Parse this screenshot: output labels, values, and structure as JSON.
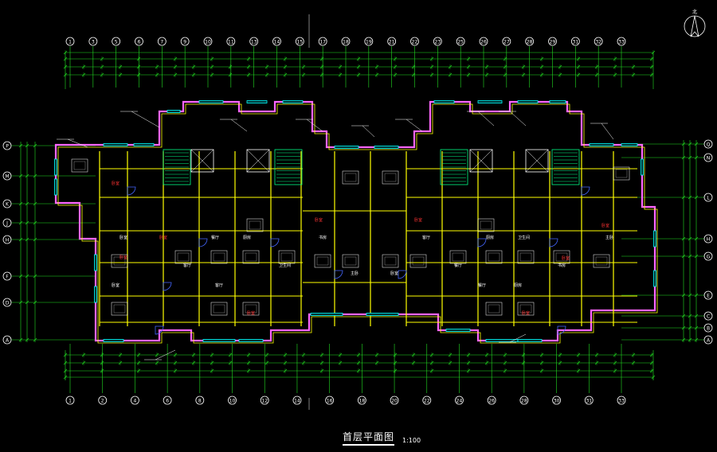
{
  "drawing": {
    "title": "首层平面图",
    "scale": "1:100",
    "north_label": "北",
    "axes_top": [
      "1",
      "3",
      "5",
      "6",
      "7",
      "9",
      "10",
      "11",
      "13",
      "14",
      "15",
      "17",
      "18",
      "19",
      "21",
      "22",
      "23",
      "25",
      "26",
      "27",
      "28",
      "29",
      "31",
      "32",
      "33"
    ],
    "axes_bottom": [
      "1",
      "2",
      "4",
      "6",
      "8",
      "10",
      "12",
      "14",
      "16",
      "18",
      "20",
      "22",
      "24",
      "26",
      "28",
      "30",
      "31",
      "33"
    ],
    "axes_left": [
      "P",
      "M",
      "K",
      "J",
      "H",
      "F",
      "D",
      "A"
    ],
    "axes_right": [
      "Q",
      "N",
      "L",
      "H",
      "G",
      "E",
      "C",
      "B",
      "A"
    ],
    "rooms": [
      "卧室",
      "客厅",
      "餐厅",
      "厨房",
      "卫生间",
      "书房",
      "主卧"
    ],
    "colors": {
      "axis_line": "#22dd22",
      "wall": "#ffff00",
      "wall_outer": "#ff66ff",
      "window": "#00ffff",
      "dimension": "#22dd22",
      "text": "#ffffff",
      "stair": "#00ff88",
      "label_red": "#ff3333",
      "door": "#4466ff"
    }
  }
}
